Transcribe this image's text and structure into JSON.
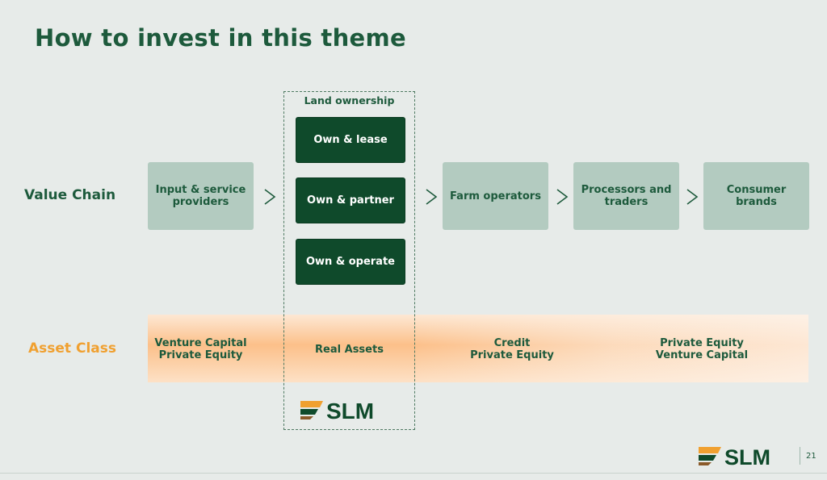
{
  "slide": {
    "title": "How to invest in this theme",
    "page_number": "21"
  },
  "rows": {
    "value_chain_label": "Value Chain",
    "asset_class_label": "Asset Class"
  },
  "value_chain": {
    "input_providers_line1": "Input & service",
    "input_providers_line2": "providers",
    "land_ownership_label": "Land ownership",
    "land_options": [
      "Own & lease",
      "Own & partner",
      "Own & operate"
    ],
    "farm_operators": "Farm operators",
    "processors_line1": "Processors and",
    "processors_line2": "traders",
    "consumer_line1": "Consumer",
    "consumer_line2": "brands"
  },
  "asset_classes": {
    "col1_line1": "Venture Capital",
    "col1_line2": "Private Equity",
    "col2": "Real Assets",
    "col3_line1": "Credit",
    "col3_line2": "Private Equity",
    "col4_line1": "Private Equity",
    "col4_line2": "Venture Capital"
  },
  "logo": {
    "text": "SLM"
  },
  "colors": {
    "dark_green": "#0f4a2b",
    "title_green": "#1d5a3c",
    "light_box": "#b3cbc0",
    "orange_label": "#f0a030",
    "band_orange": "#fcc08a"
  }
}
